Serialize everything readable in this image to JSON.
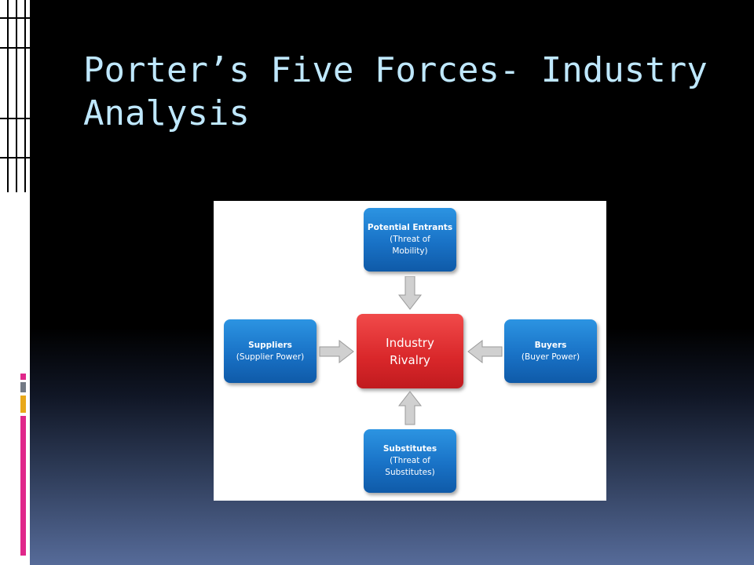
{
  "slide": {
    "title": "Porter’s Five Forces- Industry Analysis"
  },
  "diagram": {
    "top": {
      "name": "Potential Entrants",
      "sub": "(Threat of Mobility)"
    },
    "left": {
      "name": "Suppliers",
      "sub": "(Supplier Power)"
    },
    "center": {
      "name": "Industry Rivalry"
    },
    "right": {
      "name": "Buyers",
      "sub": "(Buyer Power)"
    },
    "bottom": {
      "name": "Substitutes",
      "sub": "(Threat of Substitutes)"
    }
  },
  "colors": {
    "title": "#bfe8ff",
    "force_box": "#1972c6",
    "center_box": "#d9272a",
    "arrow": "#cccccc",
    "accent_magenta": "#e0278a",
    "accent_gold": "#e8a81a",
    "accent_gray": "#737a85"
  }
}
